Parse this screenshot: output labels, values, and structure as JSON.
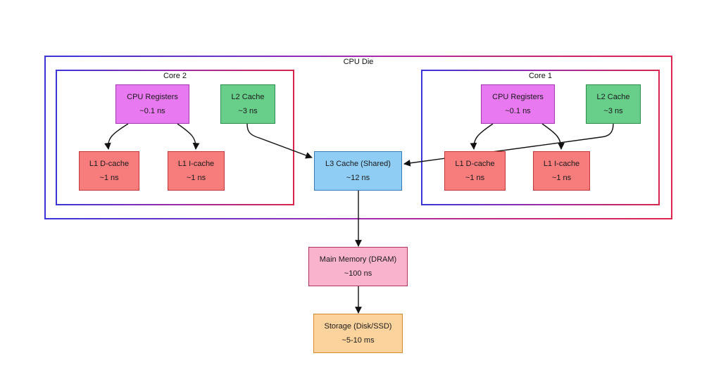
{
  "diagram": {
    "die_title": "CPU Die",
    "core2": {
      "title": "Core 2",
      "registers": {
        "name": "CPU Registers",
        "latency": "~0.1 ns"
      },
      "l2": {
        "name": "L2 Cache",
        "latency": "~3 ns"
      },
      "l1d": {
        "name": "L1 D-cache",
        "latency": "~1 ns"
      },
      "l1i": {
        "name": "L1 I-cache",
        "latency": "~1 ns"
      }
    },
    "core1": {
      "title": "Core 1",
      "registers": {
        "name": "CPU Registers",
        "latency": "~0.1 ns"
      },
      "l2": {
        "name": "L2 Cache",
        "latency": "~3 ns"
      },
      "l1d": {
        "name": "L1 D-cache",
        "latency": "~1 ns"
      },
      "l1i": {
        "name": "L1 I-cache",
        "latency": "~1 ns"
      }
    },
    "l3": {
      "name": "L3 Cache (Shared)",
      "latency": "~12 ns"
    },
    "dram": {
      "name": "Main Memory (DRAM)",
      "latency": "~100 ns"
    },
    "storage": {
      "name": "Storage (Disk/SSD)",
      "latency": "~5-10 ms"
    },
    "colors": {
      "registers": "#e879f0",
      "l2": "#67cf8a",
      "l1": "#f77c7c",
      "l3": "#8fcdf4",
      "dram": "#f9b3cc",
      "storage": "#fdd39d"
    }
  }
}
